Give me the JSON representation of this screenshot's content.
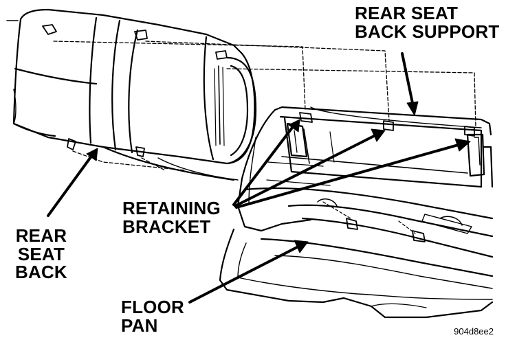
{
  "labels": {
    "rear_seat_back_support": [
      "REAR SEAT",
      "BACK SUPPORT"
    ],
    "retaining_bracket": [
      "RETAINING",
      "BRACKET"
    ],
    "rear_seat_back": [
      "REAR",
      "SEAT",
      "BACK"
    ],
    "floor_pan": [
      "FLOOR",
      "PAN"
    ]
  },
  "figure_id": "904d8ee2",
  "colors": {
    "ink": "#000000",
    "paper": "#ffffff"
  }
}
